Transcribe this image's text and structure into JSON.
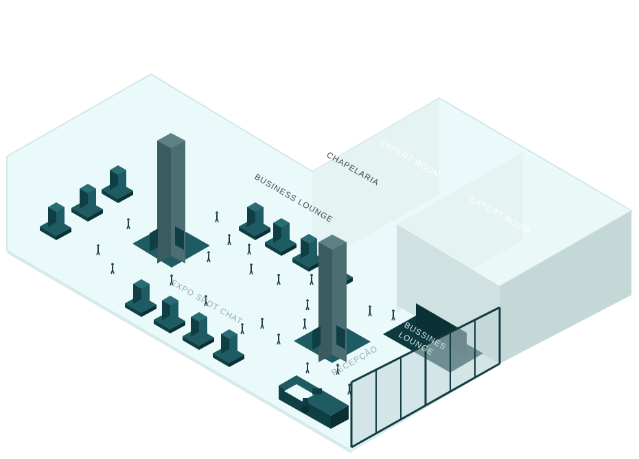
{
  "labels": {
    "chapelaria": "CHAPELARIA",
    "expert_room_1": "EXPERT ROOM",
    "expert_room_2": "EXPERT ROOM",
    "business_lounge": "BUSINESS LOUNGE",
    "expo_area": "EXPO SPOT CHAT",
    "recepcao": "RECEPÇÃO",
    "bussines_lounge_line1": "BUSSINES",
    "bussines_lounge_line2": "LOUNGE"
  },
  "colors": {
    "floor": "#eafafb",
    "wall_light": "#e3f0f0",
    "wall_mid": "#d3e3e3",
    "wall_dark": "#c2d6d6",
    "furniture_top": "#1f5b62",
    "furniture_side": "#0f3f45",
    "furniture_dark": "#0a2f34",
    "pillar": "#36575b",
    "glass_frame": "#103c41"
  }
}
